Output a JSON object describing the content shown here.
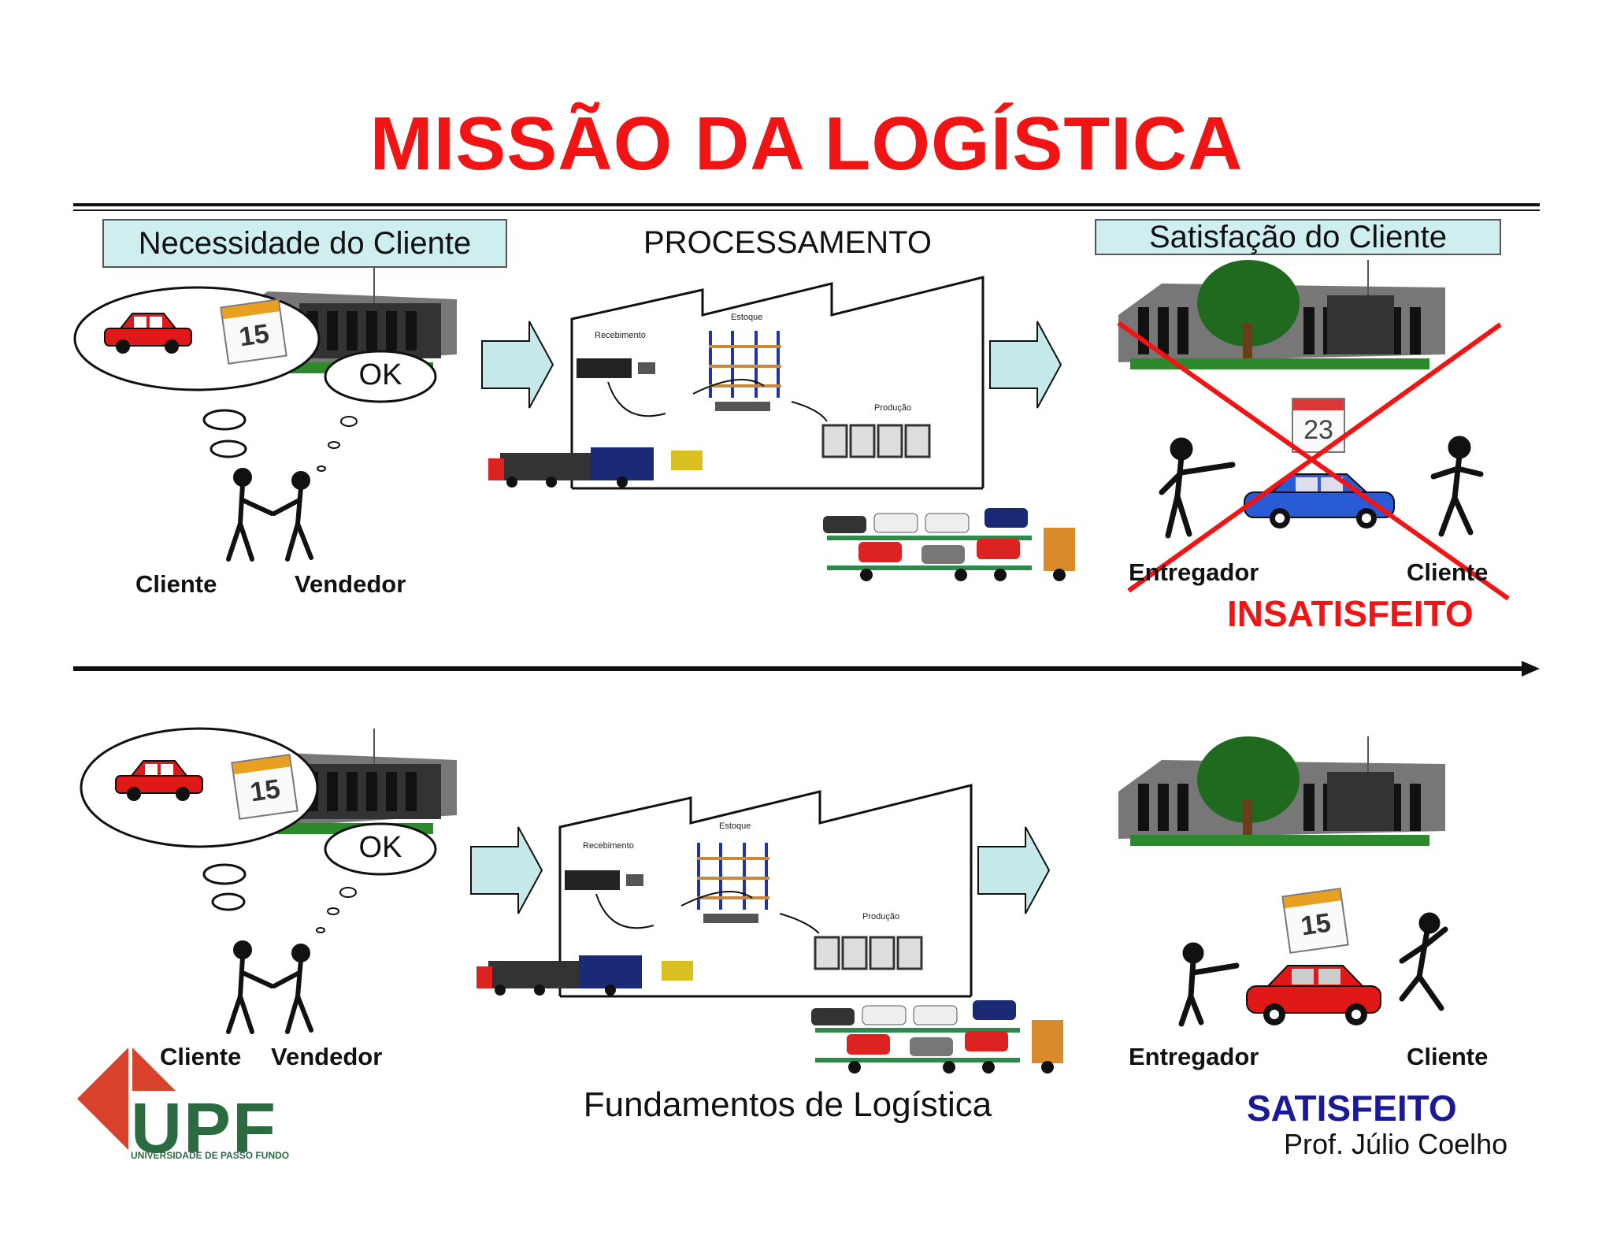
{
  "title": "MISSÃO DA LOGÍSTICA",
  "headers": {
    "need": "Necessidade do Cliente",
    "processing": "PROCESSAMENTO",
    "satisfaction": "Satisfação do Cliente"
  },
  "bubble_ok": "OK",
  "calendar": {
    "ordered": "15",
    "late": "23"
  },
  "plant": {
    "receiving": "Recebimento",
    "stock": "Estoque",
    "production": "Produção"
  },
  "people": {
    "client": "Cliente",
    "seller": "Vendedor",
    "deliverer": "Entregador"
  },
  "status": {
    "bad": "INSATISFEITO",
    "good": "SATISFEITO"
  },
  "footer": {
    "course": "Fundamentos de Logística",
    "professor": "Prof. Júlio Coelho"
  },
  "logo": {
    "text": "UPF",
    "subtitle": "UNIVERSIDADE DE PASSO FUNDO"
  },
  "colors": {
    "title": "#f01414",
    "bad": "#f01414",
    "good": "#1a1a99",
    "header_fill": "#cfeeef",
    "arrow_fill": "#c5e8ea",
    "logo_green": "#2a6b3f",
    "logo_red": "#d8412b"
  }
}
